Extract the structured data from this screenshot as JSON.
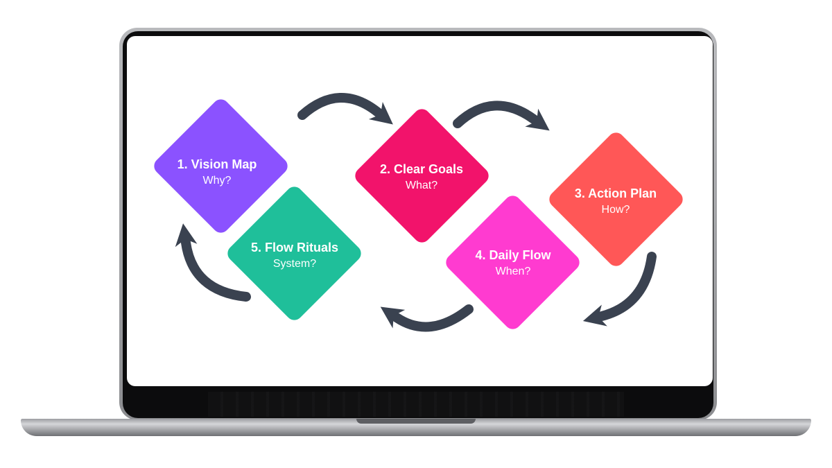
{
  "diagram": {
    "steps": [
      {
        "title": "1. Vision Map",
        "question": "Why?",
        "color": "#8b52ff"
      },
      {
        "title": "2. Clear Goals",
        "question": "What?",
        "color": "#f2136b"
      },
      {
        "title": "3. Action Plan",
        "question": "How?",
        "color": "#ff5757"
      },
      {
        "title": "4. Daily Flow",
        "question": "When?",
        "color": "#ff3bd0"
      },
      {
        "title": "5. Flow Rituals",
        "question": "System?",
        "color": "#1fbf9a"
      }
    ],
    "arrow_color": "#3a4250"
  },
  "device": {
    "frame_color": "#a8a9ac",
    "bezel_color": "#0c0c0d",
    "screen_color": "#ffffff"
  }
}
